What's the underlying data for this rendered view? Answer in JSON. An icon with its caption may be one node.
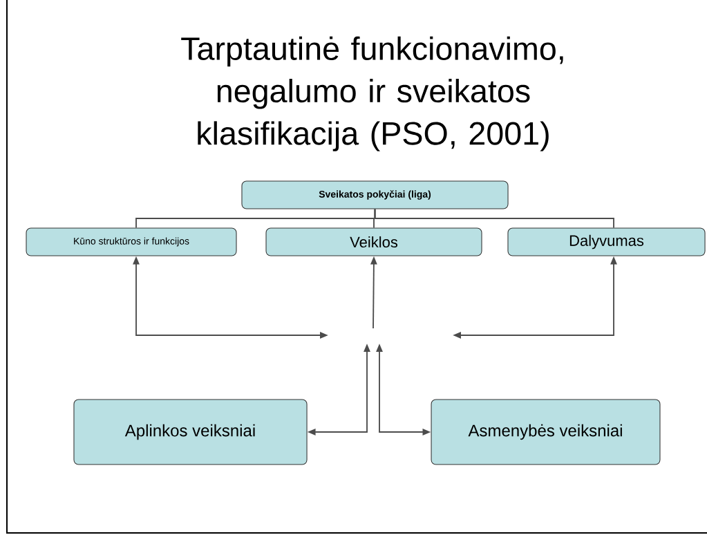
{
  "diagram": {
    "title": "Tarptautinė funkcionavimo, negalumo ir sveikatos klasifikacija (PSO, 2001)",
    "nodes": [
      {
        "text": [
          "Sveikatos pokyčiai (liga)"
        ]
      },
      {
        "text": [
          "Kūno struktūros ir funkcijos"
        ]
      },
      {
        "text": [
          "Veiklos"
        ]
      },
      {
        "text": [
          "Dalyvumas"
        ]
      },
      {
        "text": [
          "Aplinkos veiksniai"
        ]
      },
      {
        "text": [
          "Asmenybės veiksniai"
        ]
      }
    ],
    "edges": [
      {
        "from": 0,
        "to": 1,
        "arrow": "none"
      },
      {
        "from": 0,
        "to": 2,
        "arrow": "none"
      },
      {
        "from": 0,
        "to": 3,
        "arrow": "none"
      },
      {
        "from": null,
        "to": 1,
        "arrow": "both"
      },
      {
        "from": null,
        "to": 2,
        "arrow": "to"
      },
      {
        "from": null,
        "to": 3,
        "arrow": "both"
      },
      {
        "from": null,
        "to": 4,
        "arrow": "both"
      },
      {
        "from": null,
        "to": 5,
        "arrow": "both"
      }
    ]
  }
}
